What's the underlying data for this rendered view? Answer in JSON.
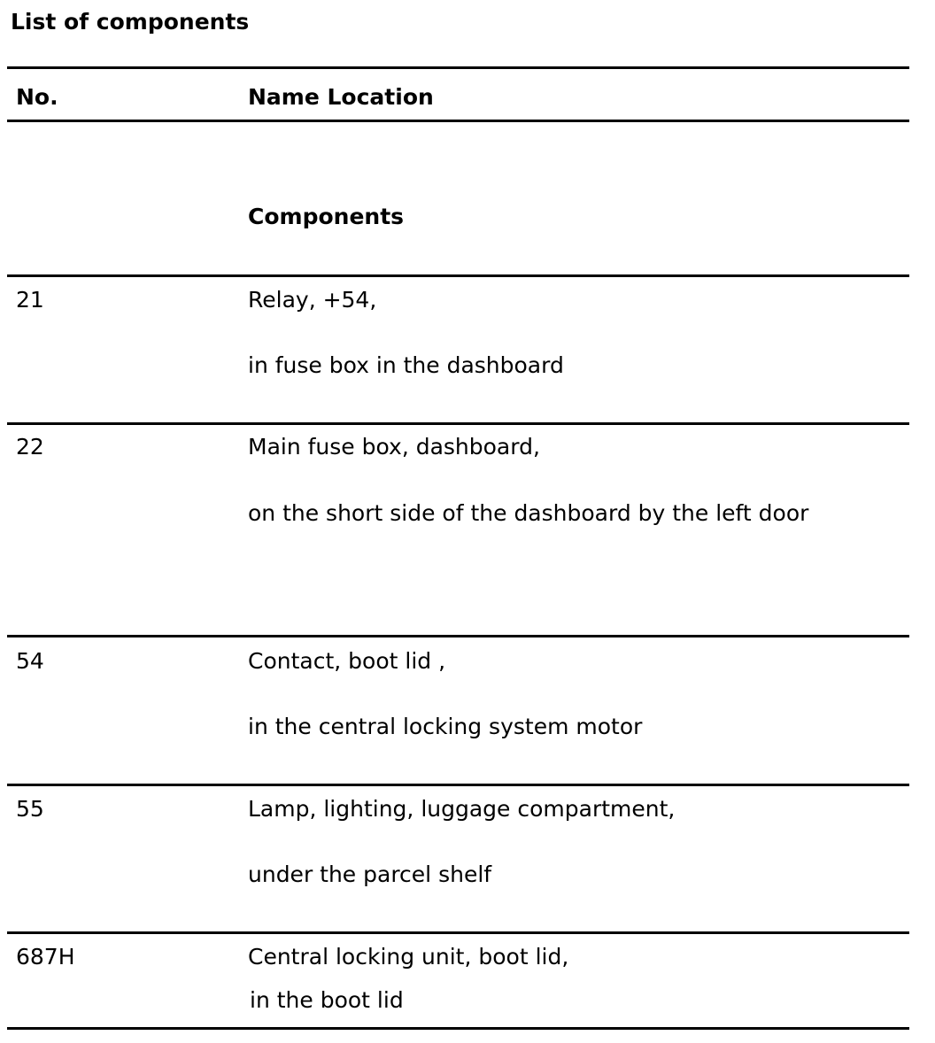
{
  "document": {
    "title": "List of components"
  },
  "table": {
    "header": {
      "no": "No.",
      "name_location": "Name Location"
    },
    "section_heading": "Components",
    "rows": [
      {
        "no": "21",
        "name": "Relay, +54,",
        "location": "in fuse box in the dashboard"
      },
      {
        "no": "22",
        "name": "Main fuse box, dashboard,",
        "location": "on the short side of the dashboard by the left door"
      },
      {
        "no": "54",
        "name": "Contact, boot lid ,",
        "location": "in the central locking system motor"
      },
      {
        "no": "55",
        "name": "Lamp, lighting, luggage compartment,",
        "location": "under the parcel shelf"
      },
      {
        "no": "687H",
        "name": "Central locking unit, boot lid,",
        "location": "in the boot lid"
      }
    ]
  }
}
